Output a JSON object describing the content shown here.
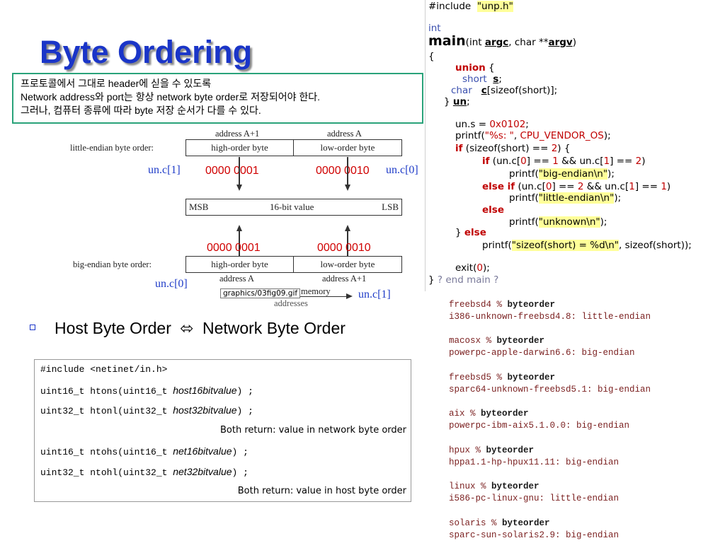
{
  "title": "Byte Ordering",
  "note": {
    "line1": "프로토콜에서 그대로 header에 싣을 수 있도록",
    "line2": "Network address와 port는 항상 network byte order로 저장되어야 한다.",
    "line3": "그러나, 컴퓨터 종류에 따라 byte 저장 순서가 다를 수 있다."
  },
  "code": {
    "include": "#include",
    "include_file": "\"unp.h\"",
    "int": "int",
    "main": "main",
    "sig_open": "(int ",
    "argc": "argc",
    "sig_mid": ", char **",
    "argv": "argv",
    "sig_close": ")",
    "brace_open": "{",
    "union_kw": "union",
    "union_brace": " {",
    "short_line_type": "short",
    "short_line_var": "s",
    "short_line_end": ";",
    "char_line": "char",
    "char_var": "c",
    "char_rest": "[sizeof(short)];",
    "union_close": "} ",
    "un": "un",
    "un_end": ";",
    "assign": "un.s = ",
    "assign_val": "0x0102",
    "assign_end": ";",
    "printf1_a": "printf(",
    "printf1_fmt": "\"%s: \"",
    "printf1_b": ", ",
    "printf1_arg": "CPU_VENDOR_OS",
    "printf1_c": ");",
    "if_kw": "if",
    "if1_rest": " (sizeof(short) == ",
    "if1_num": "2",
    "if1_end": ") {",
    "if2_a": " (un.c[",
    "n0": "0",
    "n1": "1",
    "n2": "2",
    "eq": "] == ",
    "and": " && un.c[",
    "close_paren": ")",
    "printf_big": "printf(",
    "big_str": "\"big-endian\\n\"",
    "printf_end": ");",
    "else_kw": "else",
    "else_if_kw": "else if",
    "little_str": "\"little-endian\\n\"",
    "unknown_str": "\"unknown\\n\"",
    "else_close": "} ",
    "sizeof_fmt": "\"sizeof(short) = %d\\n\"",
    "sizeof_arg": ", sizeof(short));",
    "exit": "exit(",
    "exit_end": ");",
    "end": "}",
    "end_comment": " ? end main ?"
  },
  "terminal": [
    {
      "prompt": "freebsd4 % ",
      "cmd": "byteorder",
      "out": "i386-unknown-freebsd4.8: little-endian"
    },
    {
      "prompt": "macosx % ",
      "cmd": "byteorder",
      "out": "powerpc-apple-darwin6.6: big-endian"
    },
    {
      "prompt": "freebsd5 % ",
      "cmd": "byteorder",
      "out": "sparc64-unknown-freebsd5.1: big-endian"
    },
    {
      "prompt": "aix % ",
      "cmd": "byteorder",
      "out": "powerpc-ibm-aix5.1.0.0: big-endian"
    },
    {
      "prompt": "hpux % ",
      "cmd": "byteorder",
      "out": "hppa1.1-hp-hpux11.11: big-endian"
    },
    {
      "prompt": "linux % ",
      "cmd": "byteorder",
      "out": "i586-pc-linux-gnu: little-endian"
    },
    {
      "prompt": "solaris % ",
      "cmd": "byteorder",
      "out": "sparc-sun-solaris2.9: big-endian"
    }
  ],
  "diagram": {
    "addr_a1_top": "address A+1",
    "addr_a_top": "address A",
    "little_label": "little-endian byte order:",
    "high_byte": "high-order byte",
    "low_byte": "low-order byte",
    "unc1_top": "un.c[1]",
    "unc0_top": "un.c[0]",
    "bits_high": "0000 0001",
    "bits_low": "0000 0010",
    "msb": "MSB",
    "sixteen": "16-bit value",
    "lsb": "LSB",
    "big_label": "big-endian byte order:",
    "addr_a_bottom": "address A",
    "addr_a1_bottom": "address A+1",
    "unc0_bottom": "un.c[0]",
    "unc1_bottom": "un.c[1]",
    "graphics_file": "graphics/03fig09.gif",
    "increasing": "memory",
    "addresses": "addresses"
  },
  "bullet": {
    "left": "Host Byte Order",
    "arrow": "⬄",
    "right": "Network Byte Order"
  },
  "functions": {
    "include": "#include <netinet/in.h>",
    "rows": [
      {
        "code": "uint16_t htons(uint16_t ",
        "param": "host16bitvalue",
        "end": ") ;"
      },
      {
        "code": "uint32_t htonl(uint32_t ",
        "param": "host32bitvalue",
        "end": ") ;"
      },
      {
        "code": "uint16_t ntohs(uint16_t ",
        "param": "net16bitvalue",
        "end": ") ;"
      },
      {
        "code": "uint32_t ntohl(uint32_t ",
        "param": "net32bitvalue",
        "end": ") ;"
      }
    ],
    "return_network": "Both return: value in network byte order",
    "return_host": "Both return: value in host byte order"
  },
  "colors": {
    "title": "#1a35c8",
    "note_border": "#2aa37a",
    "red_values": "#d00000",
    "blue_values": "#1f3cc8"
  }
}
